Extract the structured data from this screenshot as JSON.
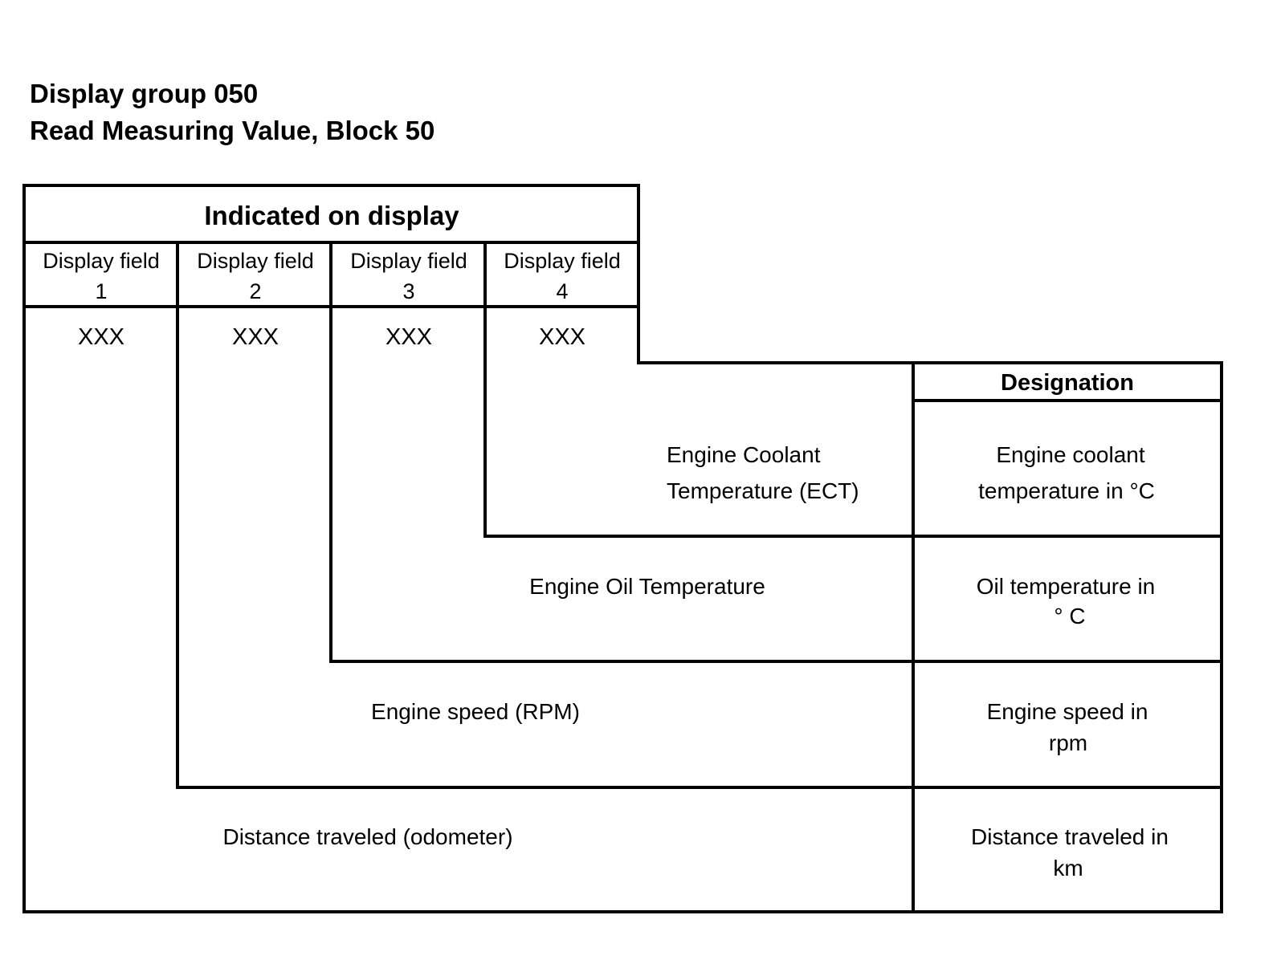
{
  "heading": {
    "line1": "Display group 050",
    "line2": "Read Measuring Value, Block 50"
  },
  "table": {
    "indicated_header": "Indicated on display",
    "fields": [
      {
        "label": "Display field",
        "number": "1",
        "value": "XXX"
      },
      {
        "label": "Display field",
        "number": "2",
        "value": "XXX"
      },
      {
        "label": "Display field",
        "number": "3",
        "value": "XXX"
      },
      {
        "label": "Display field",
        "number": "4",
        "value": "XXX"
      }
    ],
    "designation_header": "Designation",
    "rows": [
      {
        "measurement_lines": [
          "Engine Coolant",
          "Temperature (ECT)"
        ],
        "designation_lines": [
          "Engine coolant",
          "temperature in °C"
        ]
      },
      {
        "measurement_lines": [
          "Engine Oil Temperature"
        ],
        "designation_lines": [
          "Oil temperature in",
          "° C"
        ]
      },
      {
        "measurement_lines": [
          "Engine speed (RPM)"
        ],
        "designation_lines": [
          "Engine speed in",
          "rpm"
        ]
      },
      {
        "measurement_lines": [
          "Distance traveled (odometer)"
        ],
        "designation_lines": [
          "Distance traveled in",
          "km"
        ]
      }
    ]
  }
}
